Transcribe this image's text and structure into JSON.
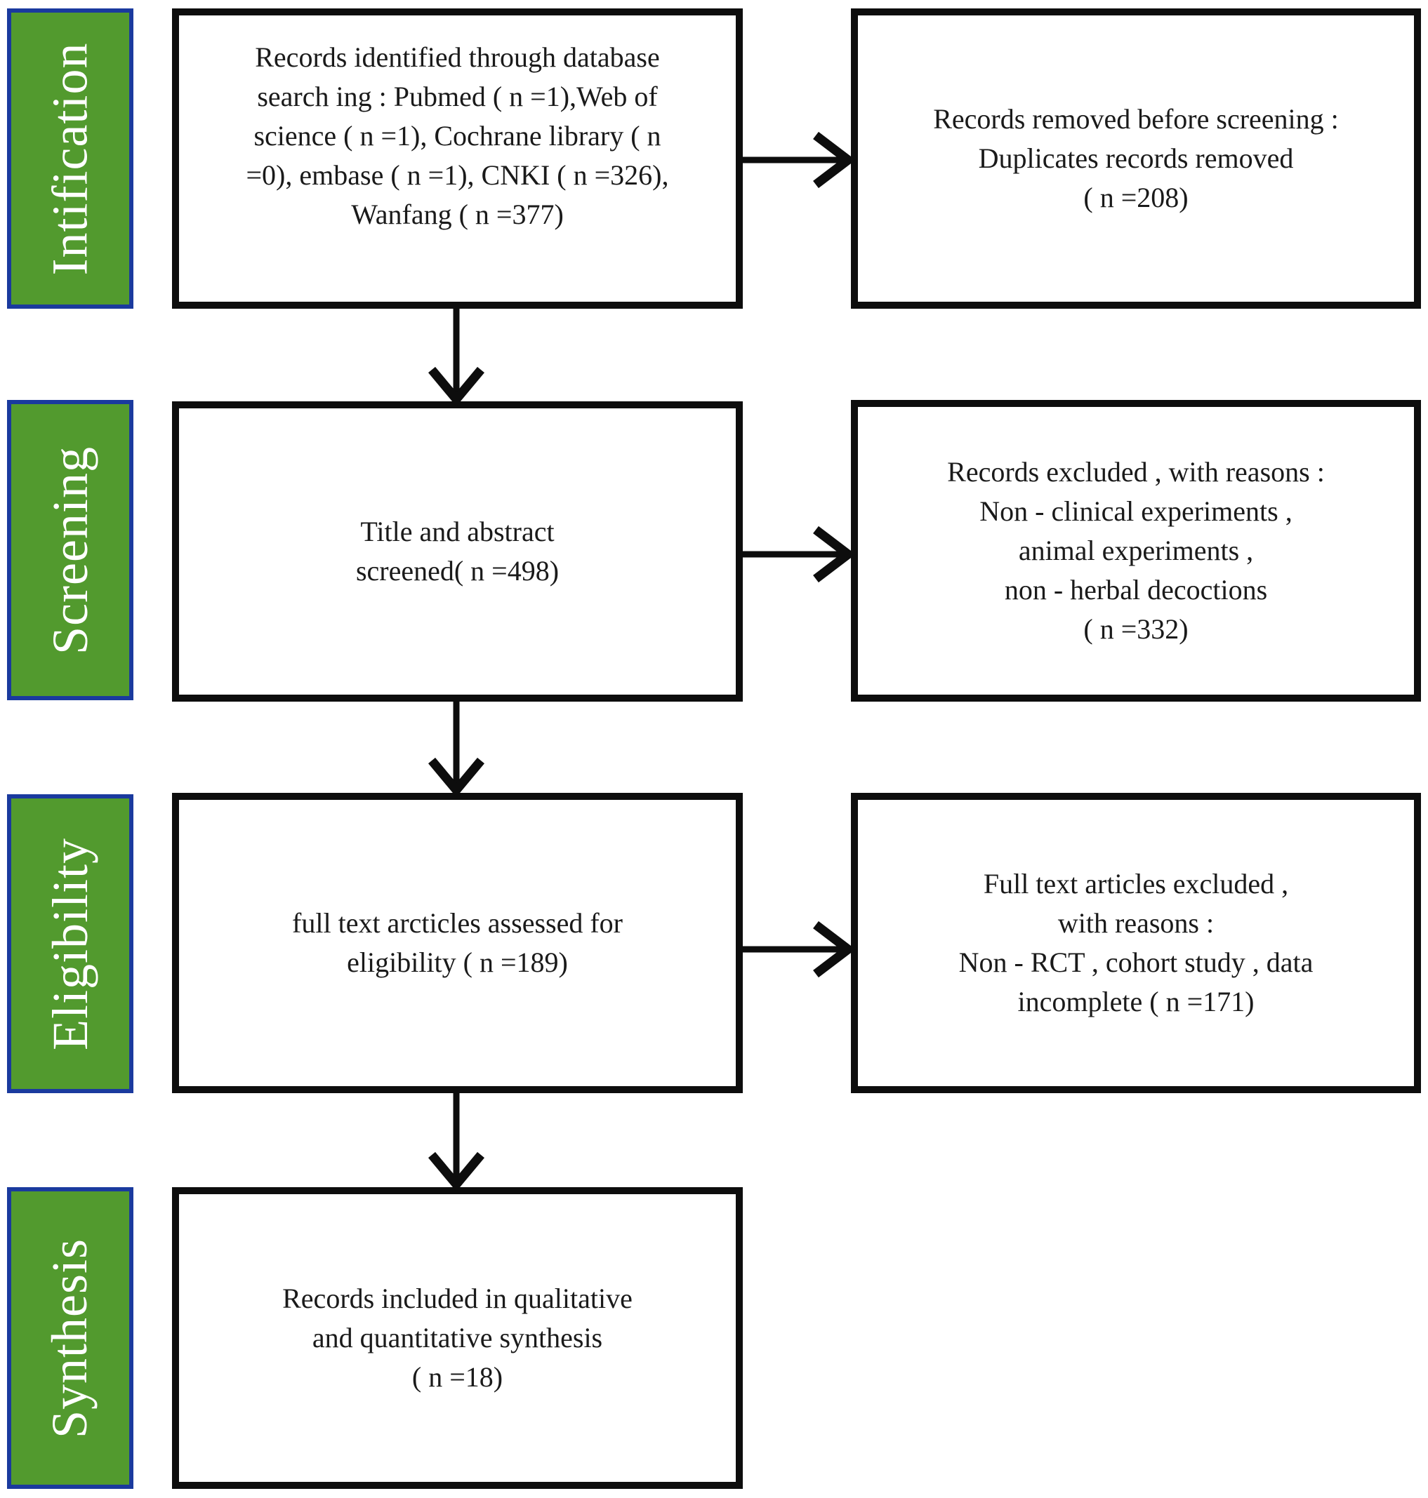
{
  "stages": [
    {
      "id": "identification",
      "label": "Intification"
    },
    {
      "id": "screening",
      "label": "Screening"
    },
    {
      "id": "eligibility",
      "label": "Eligibility"
    },
    {
      "id": "synthesis",
      "label": "Synthesis"
    }
  ],
  "boxes": {
    "records_identified": "Records identified through database\nsearch ing : Pubmed ( n =1),Web of\nscience ( n =1), Cochrane library ( n\n=0), embase ( n =1), CNKI ( n =326),\nWanfang ( n =377)",
    "records_removed": "Records removed before screening :\nDuplicates records removed\n( n =208)",
    "title_abstract_screened": "Title and abstract\nscreened( n =498)",
    "records_excluded": "Records excluded , with reasons :\nNon - clinical experiments ,\nanimal experiments ,\nnon - herbal decoctions\n( n =332)",
    "full_text_assessed": "full text arcticles assessed for\neligibility ( n =189)",
    "full_text_excluded": "Full text articles excluded ,\nwith reasons :\nNon - RCT , cohort study , data\nincomplete ( n =171)",
    "records_included": "Records included in qualitative\nand quantitative synthesis\n( n =18)"
  },
  "colors": {
    "stage_fill": "#529a2e",
    "stage_border": "#1a3a9e",
    "stage_text": "#ffffff",
    "box_border": "#0d0d0d",
    "box_fill": "#ffffff",
    "text": "#1a1a1a",
    "arrow": "#0d0d0d"
  }
}
